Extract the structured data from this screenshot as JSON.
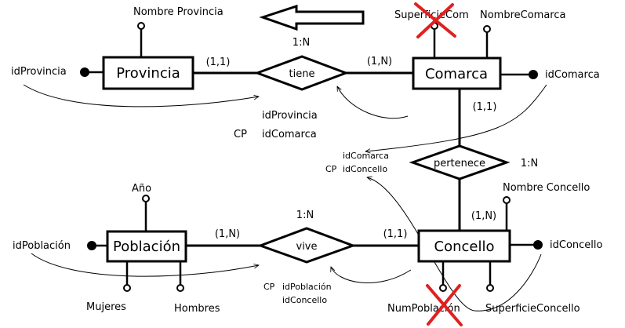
{
  "colors": {
    "ink": "#000000",
    "cross": "#e02020",
    "arrow_fill": "#ffffff"
  },
  "entities": {
    "provincia": "Provincia",
    "comarca": "Comarca",
    "poblacion": "Población",
    "concello": "Concello"
  },
  "relationships": {
    "tiene": {
      "label": "tiene",
      "card_top": "1:N",
      "card_left": "(1,1)",
      "card_right": "(1,N)"
    },
    "pertenece": {
      "label": "pertenece",
      "card_side": "1:N",
      "card_top": "(1,1)",
      "card_bottom": "(1,N)"
    },
    "vive": {
      "label": "vive",
      "card_top": "1:N",
      "card_left": "(1,N)",
      "card_right": "(1,1)"
    }
  },
  "attributes": {
    "provincia": {
      "nombre": "Nombre Provincia",
      "id": "idProvincia"
    },
    "comarca": {
      "superficie": "SuperficieCom",
      "nombre": "NombreComarca",
      "id": "idComarca"
    },
    "poblacion": {
      "ano": "Año",
      "id": "idPoblación",
      "mujeres": "Mujeres",
      "hombres": "Hombres"
    },
    "concello": {
      "nombre": "Nombre Concello",
      "id": "idConcello",
      "num": "NumPoblación",
      "superficie": "SuperficieConcello"
    }
  },
  "annotations": {
    "tiene_id_provincia": "idProvincia",
    "tiene_cp": "CP",
    "tiene_id_comarca": "idComarca",
    "pertenece_id_comarca": "idComarca",
    "pertenece_cp": "CP",
    "pertenece_id_concello": "idConcello",
    "vive_cp": "CP",
    "vive_id_poblacion": "idPoblación",
    "vive_id_concello": "idConcello"
  }
}
